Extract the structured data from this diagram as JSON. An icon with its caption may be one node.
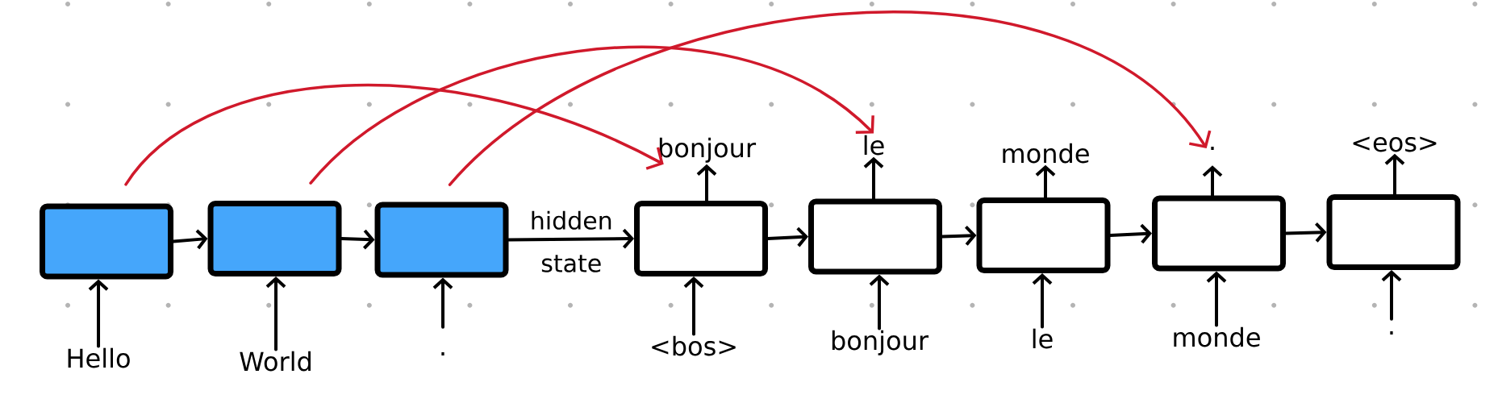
{
  "diagram": {
    "nodes": [
      {
        "text": [],
        "shape": "box"
      },
      {
        "text": [],
        "shape": "box"
      },
      {
        "text": [],
        "shape": "box"
      },
      {
        "text": [],
        "shape": "box"
      },
      {
        "text": [],
        "shape": "box"
      },
      {
        "text": [],
        "shape": "box"
      },
      {
        "text": [],
        "shape": "box"
      },
      {
        "text": [],
        "shape": "box"
      },
      {
        "text": [
          "Hello"
        ]
      },
      {
        "text": [
          "World"
        ]
      },
      {
        "text": [
          "."
        ]
      },
      {
        "text": [
          "<bos>"
        ]
      },
      {
        "text": [
          "bonjour"
        ]
      },
      {
        "text": [
          "le"
        ]
      },
      {
        "text": [
          "monde"
        ]
      },
      {
        "text": [
          "."
        ]
      },
      {
        "text": [
          "bonjour"
        ]
      },
      {
        "text": [
          "le"
        ]
      },
      {
        "text": [
          "monde"
        ]
      },
      {
        "text": [
          "."
        ]
      },
      {
        "text": [
          "<eos>"
        ]
      }
    ],
    "edges": [
      {
        "from": 0,
        "to": 1,
        "arrow": "to"
      },
      {
        "from": 1,
        "to": 2,
        "arrow": "to"
      },
      {
        "from": 2,
        "to": 3,
        "arrow": "to",
        "label": "hidden state"
      },
      {
        "from": 3,
        "to": 4,
        "arrow": "to"
      },
      {
        "from": 4,
        "to": 5,
        "arrow": "to"
      },
      {
        "from": 5,
        "to": 6,
        "arrow": "to"
      },
      {
        "from": 6,
        "to": 7,
        "arrow": "to"
      },
      {
        "from": 8,
        "to": 0,
        "arrow": "to"
      },
      {
        "from": 9,
        "to": 1,
        "arrow": "to"
      },
      {
        "from": 10,
        "to": 2,
        "arrow": "to"
      },
      {
        "from": 11,
        "to": 3,
        "arrow": "to"
      },
      {
        "from": 12,
        "to": 4,
        "arrow": "to"
      },
      {
        "from": 13,
        "to": 5,
        "arrow": "to"
      },
      {
        "from": 14,
        "to": 6,
        "arrow": "to"
      },
      {
        "from": 15,
        "to": 7,
        "arrow": "to"
      },
      {
        "from": 3,
        "to": 16,
        "arrow": "to"
      },
      {
        "from": 4,
        "to": 17,
        "arrow": "to"
      },
      {
        "from": 5,
        "to": 18,
        "arrow": "to"
      },
      {
        "from": 6,
        "to": 19,
        "arrow": "to"
      },
      {
        "from": 7,
        "to": 20,
        "arrow": "to"
      },
      {
        "from": 0,
        "to": 16,
        "arrow": "to",
        "color": "#d0192b"
      },
      {
        "from": 1,
        "to": 17,
        "arrow": "to",
        "color": "#d0192b"
      },
      {
        "from": 2,
        "to": 19,
        "arrow": "to",
        "color": "#d0192b"
      }
    ]
  }
}
